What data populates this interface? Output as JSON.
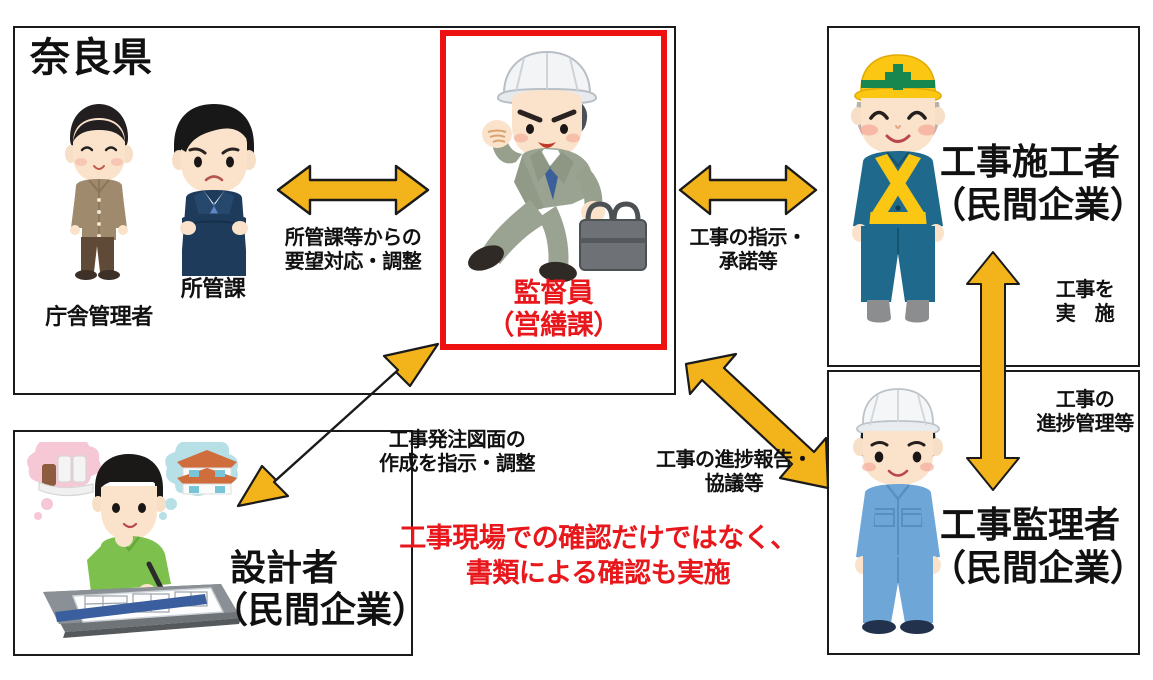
{
  "diagram": {
    "title_hidden": "",
    "colors": {
      "arrow_fill": "#f2b41a",
      "arrow_stroke": "#1a1a1a",
      "box_stroke": "#1a1a1a",
      "highlight_box": "#ee1111",
      "highlight_text": "#e8171c",
      "text": "#111111"
    }
  },
  "boxes": {
    "prefecture": {
      "title": "奈良県",
      "people": [
        {
          "label": "庁舎管理者"
        },
        {
          "label": "所管課"
        }
      ]
    },
    "supervisor": {
      "line1": "監督員",
      "line2": "（営繕課）"
    },
    "contractor": {
      "line1": "工事施工者",
      "line2": "（民間企業）"
    },
    "construction_manager": {
      "line1": "工事監理者",
      "line2": "（民間企業）"
    },
    "designer": {
      "line1": "設計者",
      "line2": "（民間企業）"
    }
  },
  "arrows": [
    {
      "name": "prefecture-supervisor",
      "direction": "bidirectional-horizontal",
      "label": "所管課等からの\n要望対応・調整"
    },
    {
      "name": "supervisor-contractor",
      "direction": "bidirectional-horizontal",
      "label": "工事の指示・\n承諾等"
    },
    {
      "name": "contractor-manager",
      "direction": "bidirectional-vertical",
      "label_up": "工事を\n実　施",
      "label_down": "工事の\n進捗管理等"
    },
    {
      "name": "designer-supervisor",
      "direction": "bidirectional-diagonal",
      "label": "工事発注図面の\n作成を指示・調整"
    },
    {
      "name": "supervisor-manager",
      "direction": "bidirectional-diagonal",
      "label": "工事の進捗報告・\n協議等"
    }
  ],
  "notes": {
    "red_message": "工事現場での確認だけではなく、\n書類による確認も実施"
  }
}
